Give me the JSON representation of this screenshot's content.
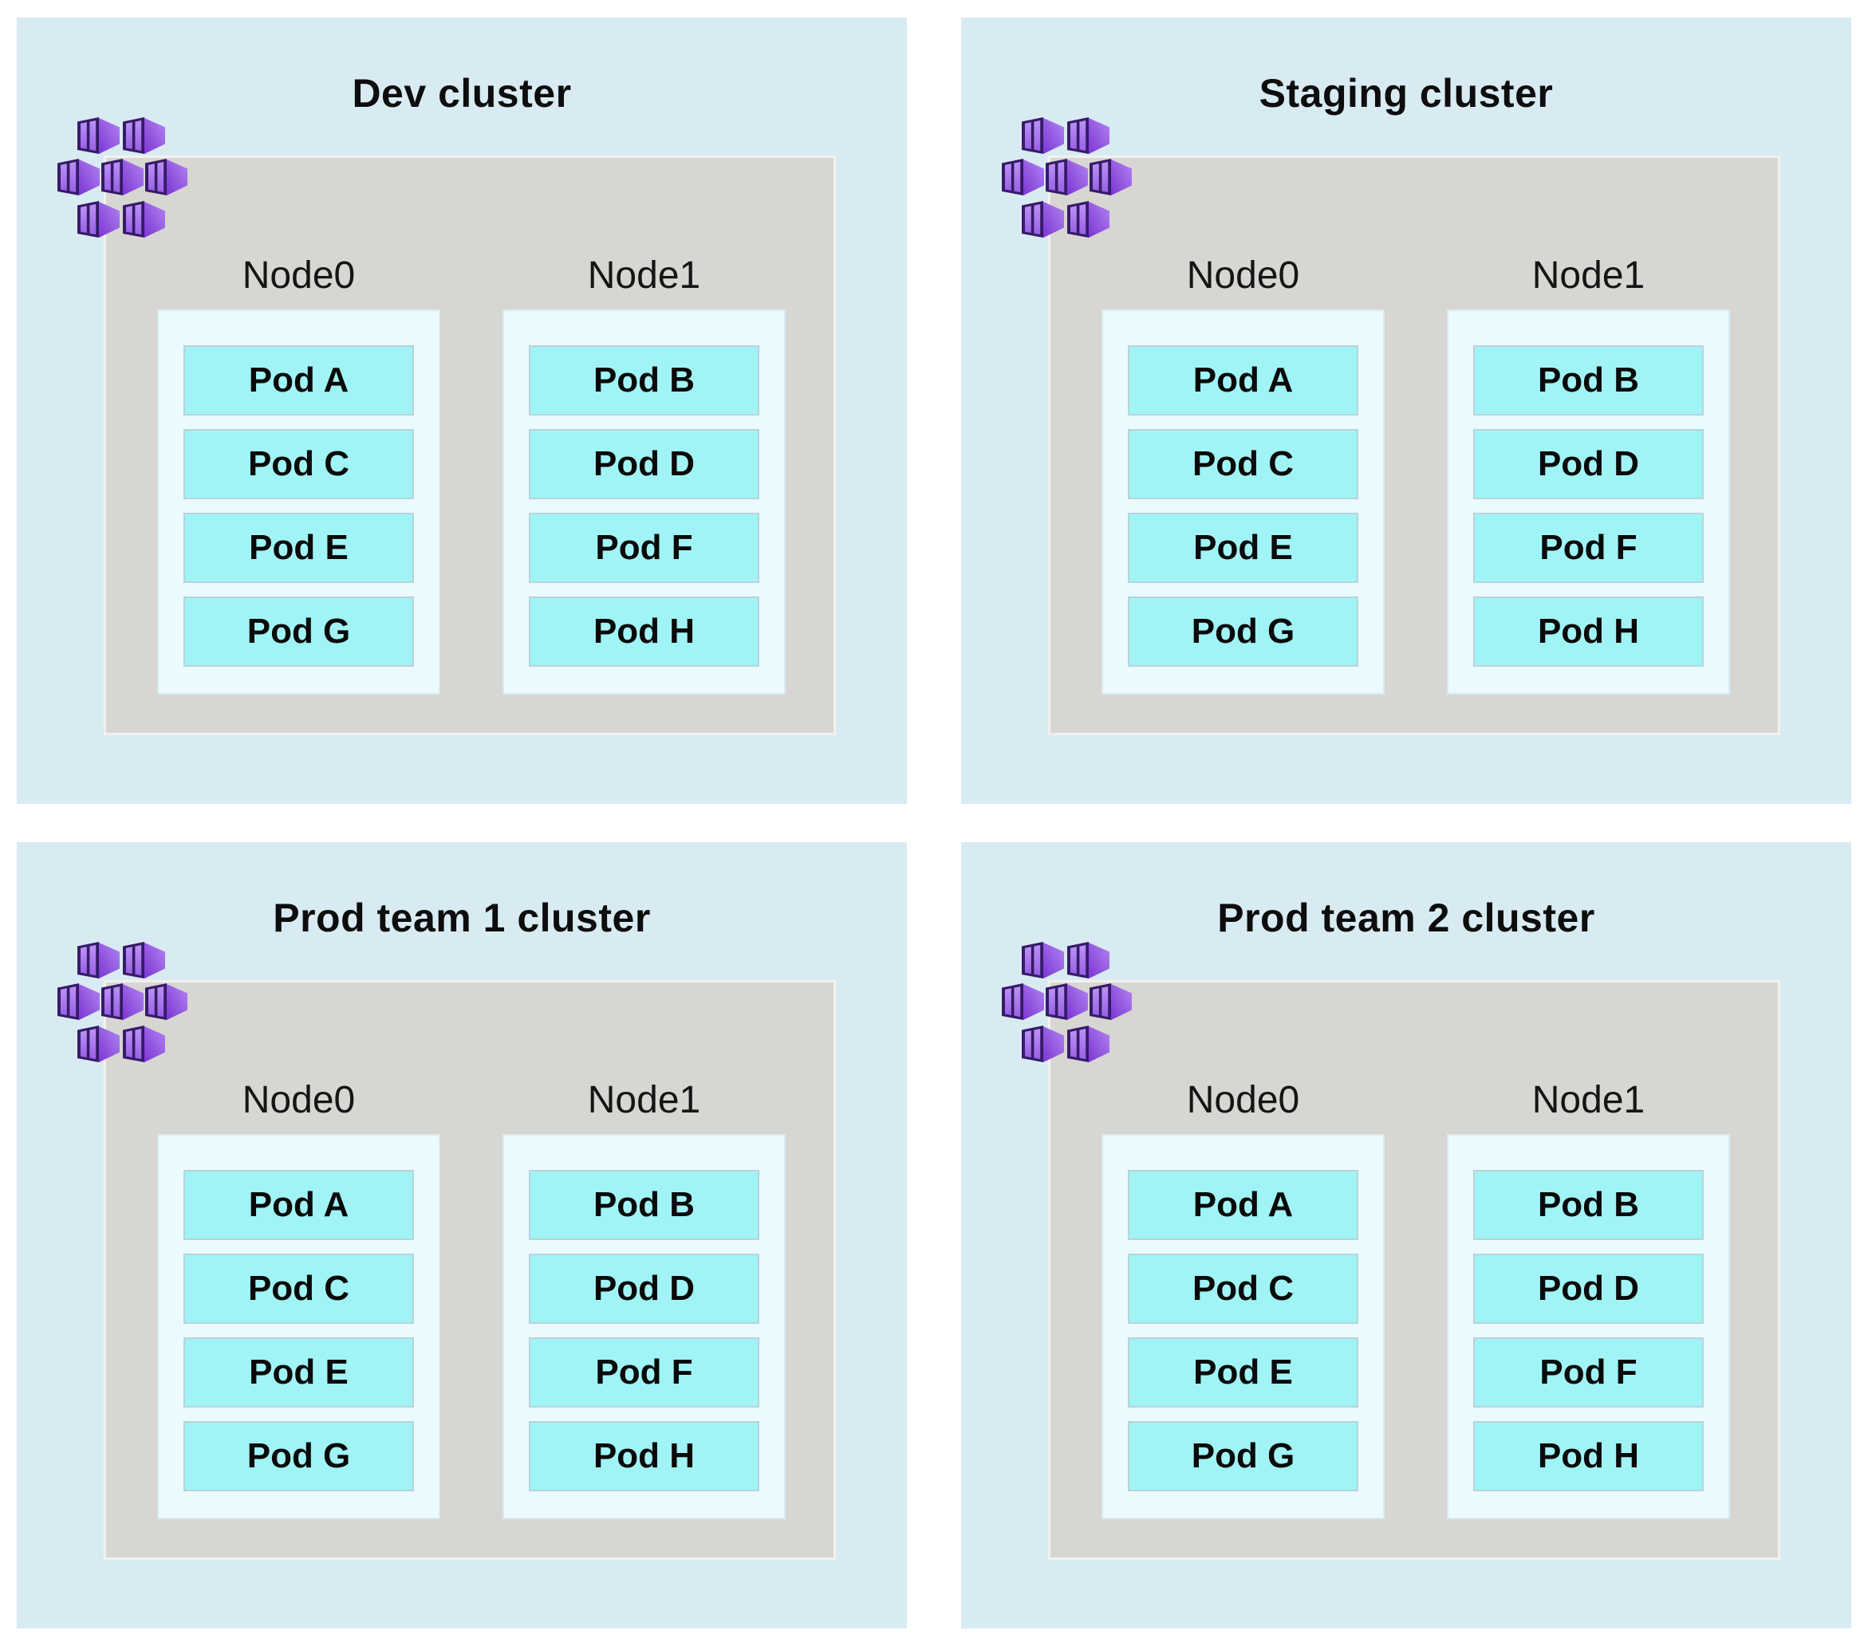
{
  "colors": {
    "page_bg": "#ffffff",
    "panel_bg": "#d9ebf2",
    "gray_bg": "#d7d6d3",
    "gray_border": "#f2f1ef",
    "nodebox_bg": "#ebfaff",
    "nodebox_border": "#d8ebf1",
    "pod_bg": "#a1f4f5",
    "pod_border": "#b7d3da",
    "icon_frame": "#351b68",
    "icon_side_dark": "#7c35d2",
    "icon_side_light": "#b185f2",
    "icon_door_light": "#bb92f4",
    "icon_door_dark": "#9a60e6"
  },
  "icon": {
    "name": "aks-containers-icon",
    "description": "seven purple 3D container boxes arranged in a hexagonal cluster"
  },
  "clusters": [
    {
      "title": "Dev cluster",
      "nodes": [
        {
          "label": "Node0",
          "pods": [
            "Pod A",
            "Pod C",
            "Pod E",
            "Pod G"
          ]
        },
        {
          "label": "Node1",
          "pods": [
            "Pod B",
            "Pod D",
            "Pod F",
            "Pod H"
          ]
        }
      ]
    },
    {
      "title": "Staging cluster",
      "nodes": [
        {
          "label": "Node0",
          "pods": [
            "Pod A",
            "Pod C",
            "Pod E",
            "Pod G"
          ]
        },
        {
          "label": "Node1",
          "pods": [
            "Pod B",
            "Pod D",
            "Pod F",
            "Pod H"
          ]
        }
      ]
    },
    {
      "title": "Prod team 1 cluster",
      "nodes": [
        {
          "label": "Node0",
          "pods": [
            "Pod A",
            "Pod C",
            "Pod E",
            "Pod G"
          ]
        },
        {
          "label": "Node1",
          "pods": [
            "Pod B",
            "Pod D",
            "Pod F",
            "Pod H"
          ]
        }
      ]
    },
    {
      "title": "Prod team 2 cluster",
      "nodes": [
        {
          "label": "Node0",
          "pods": [
            "Pod A",
            "Pod C",
            "Pod E",
            "Pod G"
          ]
        },
        {
          "label": "Node1",
          "pods": [
            "Pod B",
            "Pod D",
            "Pod F",
            "Pod H"
          ]
        }
      ]
    }
  ]
}
